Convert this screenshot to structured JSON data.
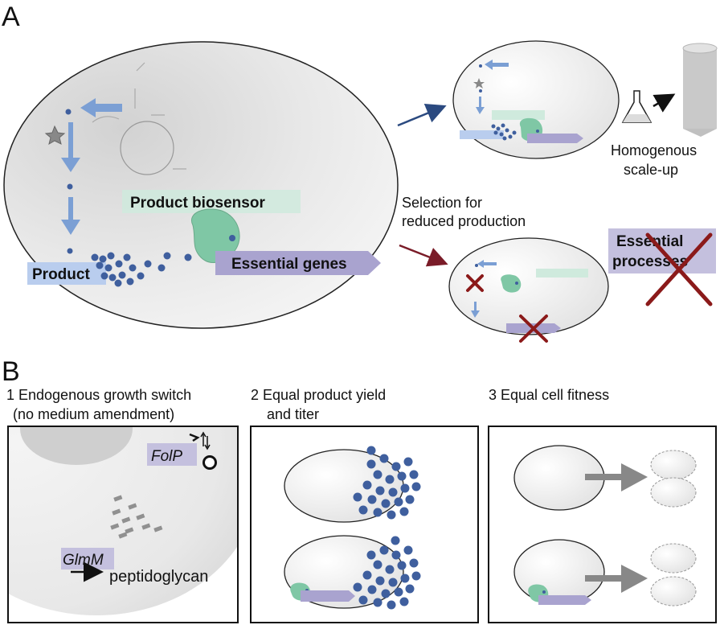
{
  "panel_a": {
    "letter": "A",
    "product_biosensor": "Product biosensor",
    "product": "Product",
    "essential_genes": "Essential genes",
    "homogenous": "Homogenous",
    "scale_up": "scale-up",
    "selection_line1": "Selection for",
    "selection_line2": "reduced production",
    "essential": "Essential",
    "processes": "processes"
  },
  "panel_b": {
    "letter": "B",
    "col1_line1": "1 Endogenous growth switch",
    "col1_line2": "(no medium amendment)",
    "col2_line1": "2 Equal product yield",
    "col2_line2": "and titer",
    "col3_line1": "3 Equal cell fitness",
    "folp": "FolP",
    "glmm": "GlmM",
    "peptidoglycan": "peptidoglycan"
  },
  "colors": {
    "pathway_blue": "#7b9fd4",
    "dot_blue": "#3f5f9e",
    "biosensor_green": "#7fc7a5",
    "essential_purple": "#a9a3cf",
    "cross_red": "#8b1a1a",
    "arrow_navy": "#2b4a80",
    "arrow_maroon": "#7a1c28"
  }
}
